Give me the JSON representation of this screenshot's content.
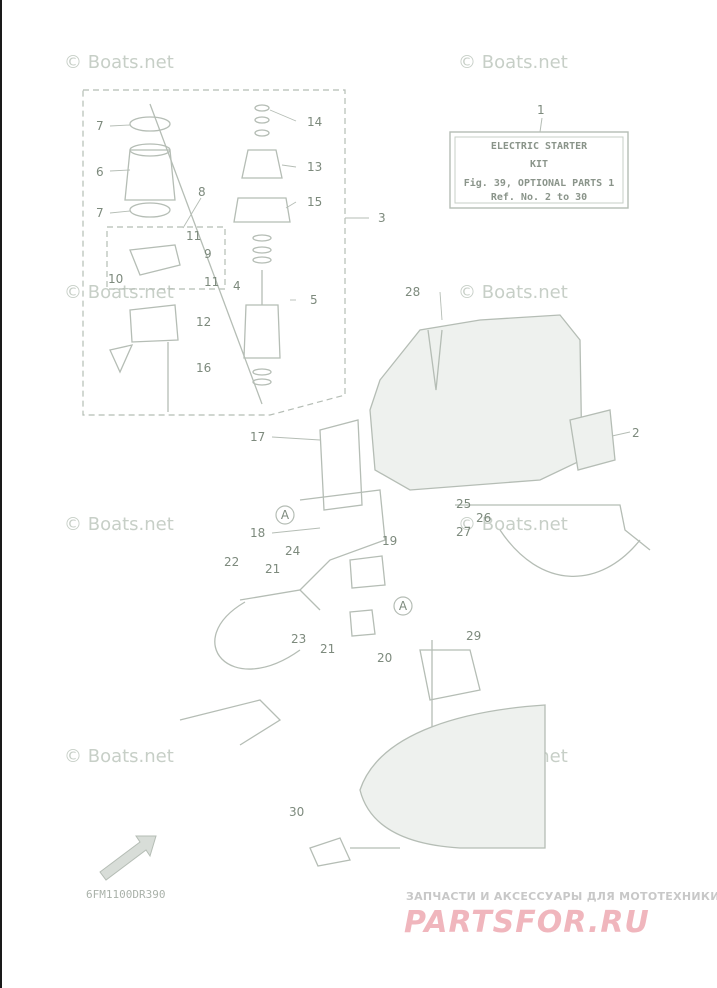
{
  "watermarks": [
    "© Boats.net",
    "© Boats.net",
    "© Boats.net",
    "© Boats.net",
    "© Boats.net",
    "© Boats.net",
    "© Boats.net",
    "© Boats.net"
  ],
  "kit_box": {
    "number": "1",
    "line1": "ELECTRIC STARTER",
    "line2": "KIT",
    "line3": "Fig. 39, OPTIONAL PARTS 1",
    "line4": "Ref. No. 2 to 30"
  },
  "callouts": [
    "7",
    "6",
    "7",
    "8",
    "11",
    "9",
    "10",
    "11",
    "12",
    "16",
    "14",
    "13",
    "15",
    "3",
    "4",
    "5",
    "1",
    "28",
    "2",
    "17",
    "18",
    "24",
    "25",
    "26",
    "27",
    "19",
    "22",
    "21",
    "23",
    "21",
    "20",
    "29",
    "30"
  ],
  "circle_refs": [
    "A",
    "A"
  ],
  "diagram_code": "6FM1100DR390",
  "brand": {
    "tagline": "ЗАПЧАСТИ И АКСЕССУАРЫ ДЛЯ МОТОТЕХНИКИ",
    "logo": "PARTSFOR.RU"
  },
  "colors": {
    "line": "#b5bdb5",
    "label": "#7d8a7d",
    "watermark": "#c7cfc7",
    "logo": "#f0b6bd"
  }
}
